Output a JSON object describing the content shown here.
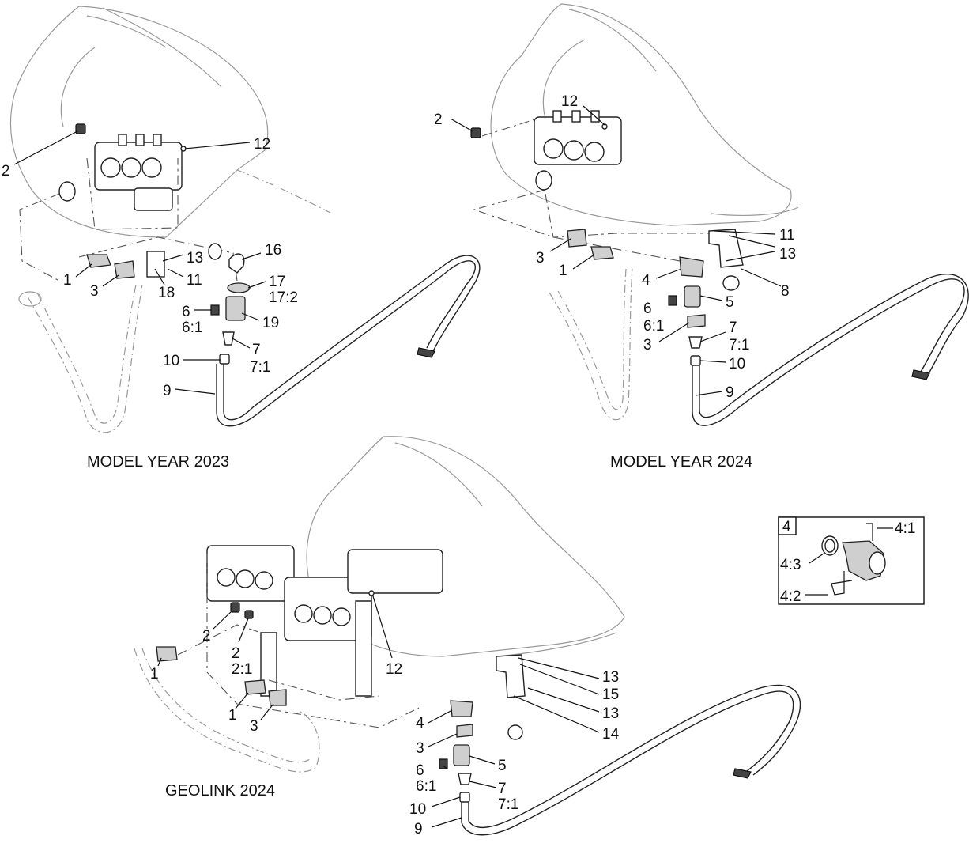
{
  "views": [
    {
      "title": "MODEL YEAR 2023",
      "callouts": [
        "2",
        "12",
        "13",
        "16",
        "1",
        "3",
        "18",
        "11",
        "17",
        "17:2",
        "6",
        "6:1",
        "19",
        "10",
        "7",
        "7:1",
        "9"
      ]
    },
    {
      "title": "MODEL YEAR 2024",
      "callouts": [
        "12",
        "2",
        "11",
        "13",
        "3",
        "1",
        "4",
        "8",
        "6",
        "5",
        "6:1",
        "7",
        "3",
        "7:1",
        "10",
        "9"
      ]
    },
    {
      "title": "GEOLINK 2024",
      "callouts": [
        "2",
        "2",
        "2:1",
        "1",
        "12",
        "13",
        "15",
        "13",
        "1",
        "3",
        "14",
        "4",
        "3",
        "5",
        "6",
        "7",
        "6:1",
        "7:1",
        "10",
        "9"
      ]
    }
  ],
  "detail": {
    "id": "4",
    "callouts": [
      "4:1",
      "4:3",
      "4:2"
    ]
  }
}
